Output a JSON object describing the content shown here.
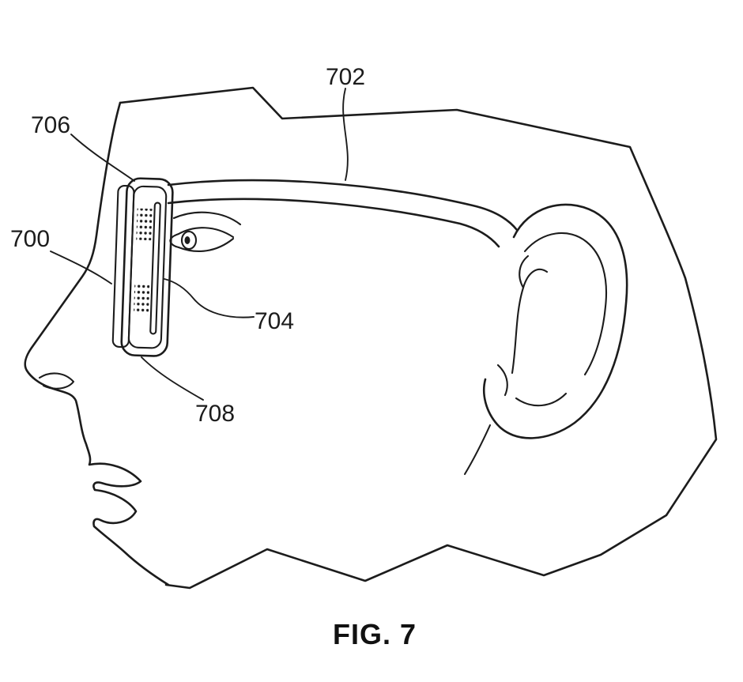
{
  "figure": {
    "caption": "FIG. 7",
    "description": "patent-line-drawing-head-profile-wearing-head-mounted-display",
    "labels": {
      "l700": "700",
      "l702": "702",
      "l704": "704",
      "l706": "706",
      "l708": "708"
    },
    "colors": {
      "ink": "#1c1c1c",
      "background": "#ffffff"
    }
  }
}
